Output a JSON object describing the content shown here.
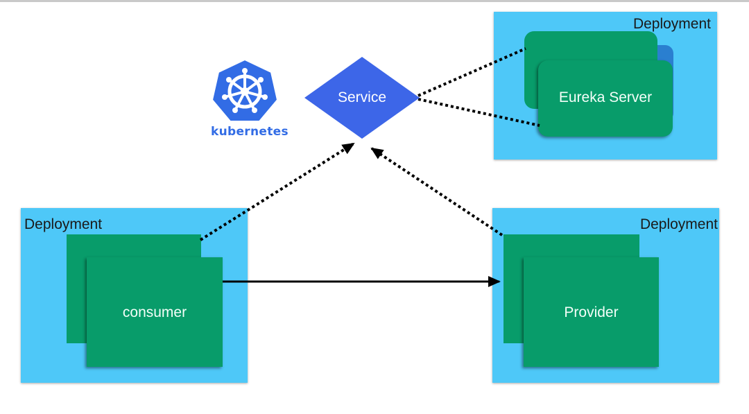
{
  "diagram": {
    "deployments": {
      "eureka": {
        "label": "Deployment"
      },
      "consumer": {
        "label": "Deployment"
      },
      "provider": {
        "label": "Deployment"
      }
    },
    "pods": {
      "eureka": {
        "label": "Eureka Server"
      },
      "consumer": {
        "label": "consumer"
      },
      "provider": {
        "label": "Provider"
      }
    },
    "service": {
      "label": "Service"
    },
    "logo": {
      "text": "kubernetes"
    },
    "colors": {
      "deployment": "#4ec8f8",
      "pod": "#089c6a",
      "service": "#3d66e8",
      "kubernetes": "#326ce5"
    }
  }
}
